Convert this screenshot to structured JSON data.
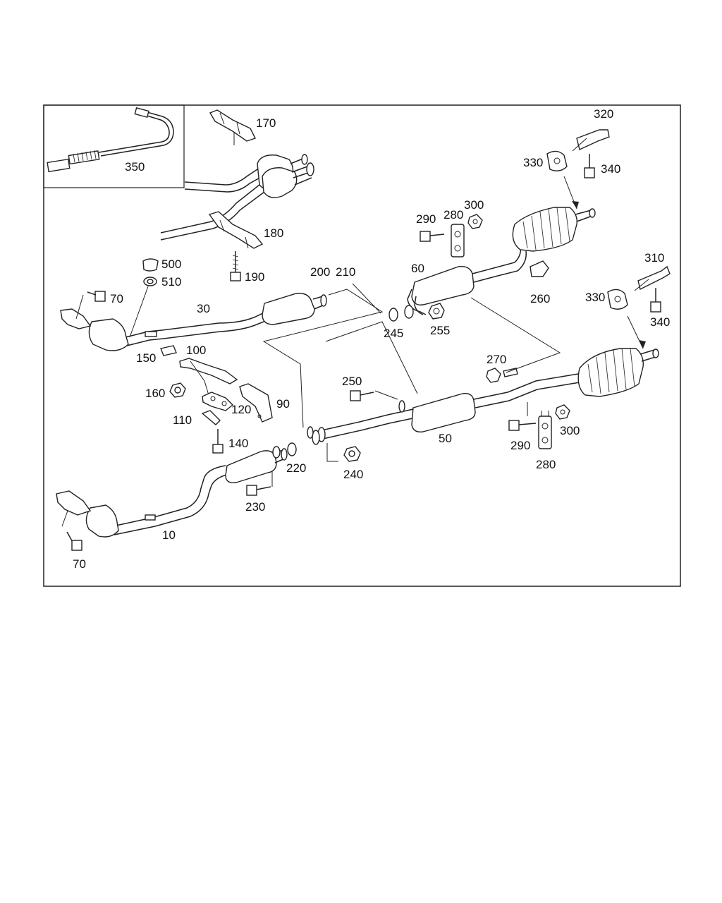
{
  "diagram": {
    "labels": {
      "p10": "10",
      "p30": "30",
      "p50": "50",
      "p60": "60",
      "p70a": "70",
      "p70b": "70",
      "p90": "90",
      "p100": "100",
      "p110": "110",
      "p120": "120",
      "p140": "140",
      "p150": "150",
      "p160": "160",
      "p170": "170",
      "p180": "180",
      "p190": "190",
      "p200": "200",
      "p210": "210",
      "p220": "220",
      "p230": "230",
      "p240": "240",
      "p245": "245",
      "p250": "250",
      "p255": "255",
      "p260": "260",
      "p270": "270",
      "p280a": "280",
      "p280b": "280",
      "p290a": "290",
      "p290b": "290",
      "p300a": "300",
      "p300b": "300",
      "p310": "310",
      "p320": "320",
      "p330a": "330",
      "p330b": "330",
      "p340a": "340",
      "p340b": "340",
      "p350": "350",
      "p500": "500",
      "p510": "510"
    }
  }
}
